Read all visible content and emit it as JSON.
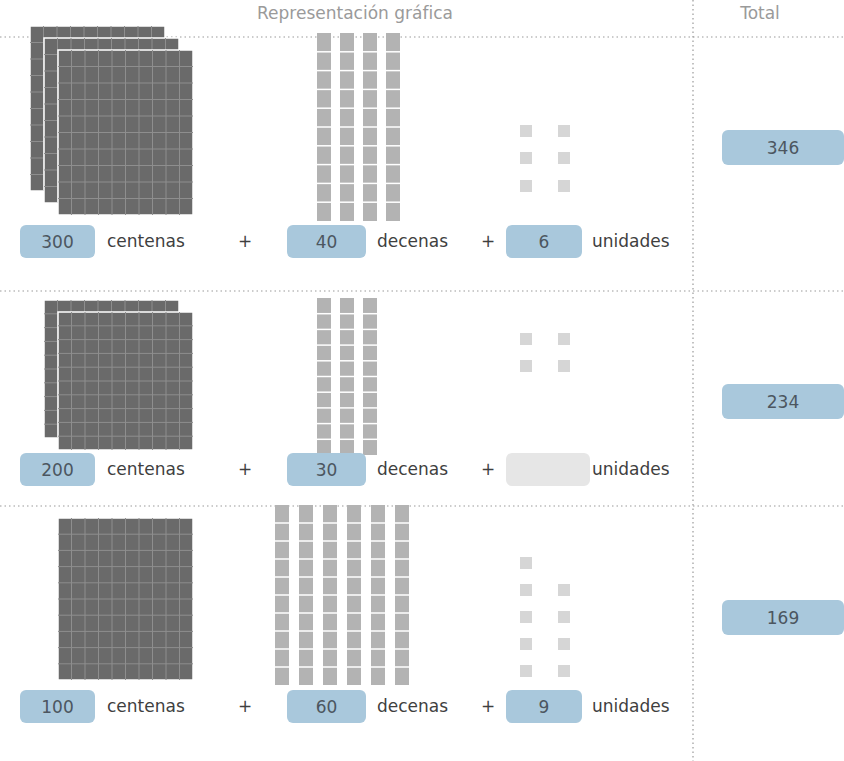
{
  "diagram": {
    "nodes": [
      {
        "text": [
          "300"
        ]
      },
      {
        "text": [
          "40"
        ]
      },
      {
        "text": [
          "6"
        ]
      },
      {
        "text": [
          "346"
        ]
      },
      {
        "text": [
          "200"
        ]
      },
      {
        "text": [
          "30"
        ]
      },
      {
        "text": [
          "234"
        ]
      },
      {
        "text": [
          "100"
        ]
      },
      {
        "text": [
          "60"
        ]
      },
      {
        "text": [
          "9"
        ]
      },
      {
        "text": [
          "169"
        ]
      }
    ],
    "labels": [
      "Representación gráfica",
      "Total",
      "centenas",
      "+",
      "decenas",
      "+",
      "unidades",
      "centenas",
      "+",
      "decenas",
      "+",
      "unidades",
      "centenas",
      "+",
      "decenas",
      "+",
      "unidades"
    ]
  }
}
